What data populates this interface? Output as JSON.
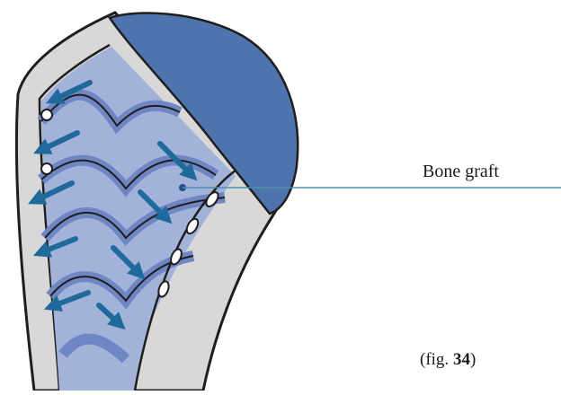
{
  "labels": {
    "bone_graft": "Bone graft",
    "fig_prefix": "(fig. ",
    "fig_number": "34",
    "fig_suffix": ")"
  },
  "colors": {
    "cortex": "#d8d8d8",
    "cortex_outline": "#1e1e1e",
    "cancellous": "#a3b2d8",
    "graft_band": "#6f86c4",
    "head": "#4f73ad",
    "arrow": "#1f6a9b",
    "leader_line": "#4f8fb0"
  },
  "icons": {
    "arrows": "blue-direction-arrow",
    "holes": "screw-hole"
  }
}
